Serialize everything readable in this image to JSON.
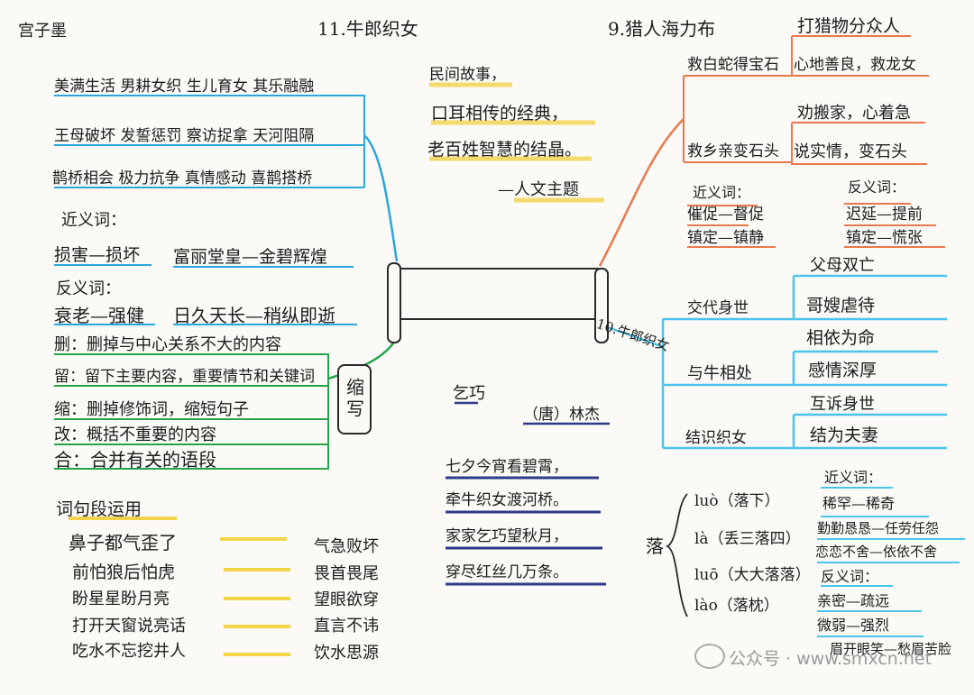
{
  "author": "宫子墨",
  "center": {
    "label": "10.牛郎织女"
  },
  "lesson11": {
    "title": "11.牛郎织女",
    "lines": [
      "美满生活 男耕女织 生儿育女 其乐融融",
      "王母破坏 发誓惩罚 察访捉拿 天河阻隔",
      "鹊桥相会 极力抗争 真情感动 喜鹊搭桥"
    ],
    "synonyms_title": "近义词：",
    "synonyms": [
      "损害—损坏",
      "富丽堂皇—金碧辉煌"
    ],
    "antonyms_title": "反义词：",
    "antonyms": [
      "衰老—强健",
      "日久天长—稍纵即逝"
    ],
    "method_label": "缩写",
    "methods": [
      "删：删掉与中心关系不大的内容",
      "留：留下主要内容，重要情节和关键词",
      "缩：删掉修饰词，缩短句子",
      "改：概括不重要的内容",
      "合：合并有关的语段"
    ]
  },
  "folk": {
    "lines": [
      "民间故事，",
      "口耳相传的经典，",
      "老百姓智慧的结晶。"
    ],
    "theme": "—人文主题"
  },
  "usage": {
    "title": "词句段运用",
    "pairs": [
      {
        "left": "鼻子都气歪了",
        "right": "气急败坏"
      },
      {
        "left": "前怕狼后怕虎",
        "right": "畏首畏尾"
      },
      {
        "left": "盼星星盼月亮",
        "right": "望眼欲穿"
      },
      {
        "left": "打开天窗说亮话",
        "right": "直言不讳"
      },
      {
        "left": "吃水不忘挖井人",
        "right": "饮水思源"
      }
    ]
  },
  "poem": {
    "title": "乞巧",
    "author": "（唐）林杰",
    "lines": [
      "七夕今宵看碧霄，",
      "牵牛织女渡河桥。",
      "家家乞巧望秋月，",
      "穿尽红丝几万条。"
    ]
  },
  "lesson9": {
    "title": "9.猎人海力布",
    "branch1": "救白蛇得宝石",
    "branch1_items": [
      "打猎物分众人",
      "心地善良，救龙女"
    ],
    "branch2": "救乡亲变石头",
    "branch2_items": [
      "劝搬家，心着急",
      "说实情，变石头"
    ],
    "synonyms_title": "近义词：",
    "synonyms": [
      "催促—督促",
      "镇定—镇静"
    ],
    "antonyms_title": "反义词：",
    "antonyms": [
      "迟延—提前",
      "镇定—慌张"
    ]
  },
  "lesson10": {
    "branches": [
      {
        "label": "交代身世",
        "items": [
          "父母双亡",
          "哥嫂虐待"
        ]
      },
      {
        "label": "与牛相处",
        "items": [
          "相依为命",
          "感情深厚"
        ]
      },
      {
        "label": "结识织女",
        "items": [
          "互诉身世",
          "结为夫妻"
        ]
      }
    ]
  },
  "luo": {
    "char": "落",
    "readings": [
      "luò（落下）",
      "là（丢三落四）",
      "luō（大大落落）",
      "lào（落枕）"
    ],
    "synonyms_title": "近义词：",
    "synonyms": [
      "稀罕—稀奇",
      "勤勤恳恳—任劳任怨",
      "恋恋不舍—依依不舍"
    ],
    "antonyms_title": "反义词：",
    "antonyms": [
      "亲密—疏远",
      "微弱—强烈",
      "眉开眼笑—愁眉苦脸"
    ]
  },
  "watermark": "公众号 · www.smxcn.net",
  "colors": {
    "blue": "#2aa6dc",
    "green": "#27a34b",
    "orange": "#e8794a",
    "cyan": "#4cc4ea",
    "yellow": "#f3d34a",
    "navy": "#2d3a8a"
  }
}
